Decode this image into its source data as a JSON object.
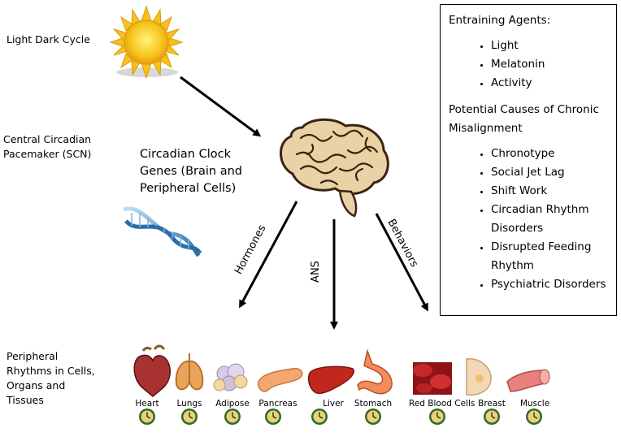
{
  "left_labels": {
    "light_dark_cycle": "Light Dark Cycle",
    "central_pacemaker": "Central Circadian Pacemaker (SCN)",
    "clock_genes": "Circadian Clock Genes (Brain and Peripheral Cells)",
    "peripheral": "Peripheral Rhythms in Cells, Organs and Tissues"
  },
  "arrows": {
    "hormones": "Hormones",
    "ans": "ANS",
    "behaviors": "Behaviors"
  },
  "info_box": {
    "entraining_title": "Entraining Agents:",
    "entraining_items": [
      "Light",
      "Melatonin",
      "Activity"
    ],
    "causes_title": "Potential Causes of Chronic Misalignment",
    "causes_items": [
      "Chronotype",
      "Social Jet Lag",
      "Shift Work",
      "Circadian Rhythm Disorders",
      "Disrupted Feeding Rhythm",
      "Psychiatric Disorders"
    ]
  },
  "organs": [
    "Heart",
    "Lungs",
    "Adipose",
    "Pancreas",
    "Liver",
    "Stomach",
    "Red Blood Cells",
    "Breast",
    "Muscle"
  ],
  "colors": {
    "sun": "#f6c21a",
    "clock_face": "#e9d27a",
    "clock_ring": "#2f6b2a",
    "arrow": "#000000"
  }
}
